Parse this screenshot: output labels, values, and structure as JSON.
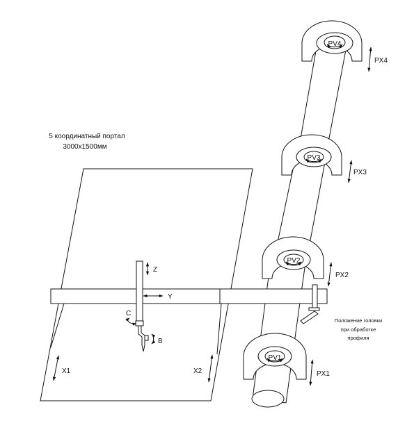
{
  "title": {
    "line1": "5 координатный портал",
    "line2": "3000x1500мм"
  },
  "axes": {
    "z": "Z",
    "y": "Y",
    "c": "C",
    "b": "B",
    "x1": "X1",
    "x2": "X2"
  },
  "rotary": {
    "pv1": "PV1",
    "pv2": "PV2",
    "pv3": "PV3",
    "pv4": "PV4",
    "px1": "PX1",
    "px2": "PX2",
    "px3": "PX3",
    "px4": "PX4"
  },
  "note": {
    "line1": "Положение головки",
    "line2": "при обработке",
    "line3": "профиля"
  }
}
